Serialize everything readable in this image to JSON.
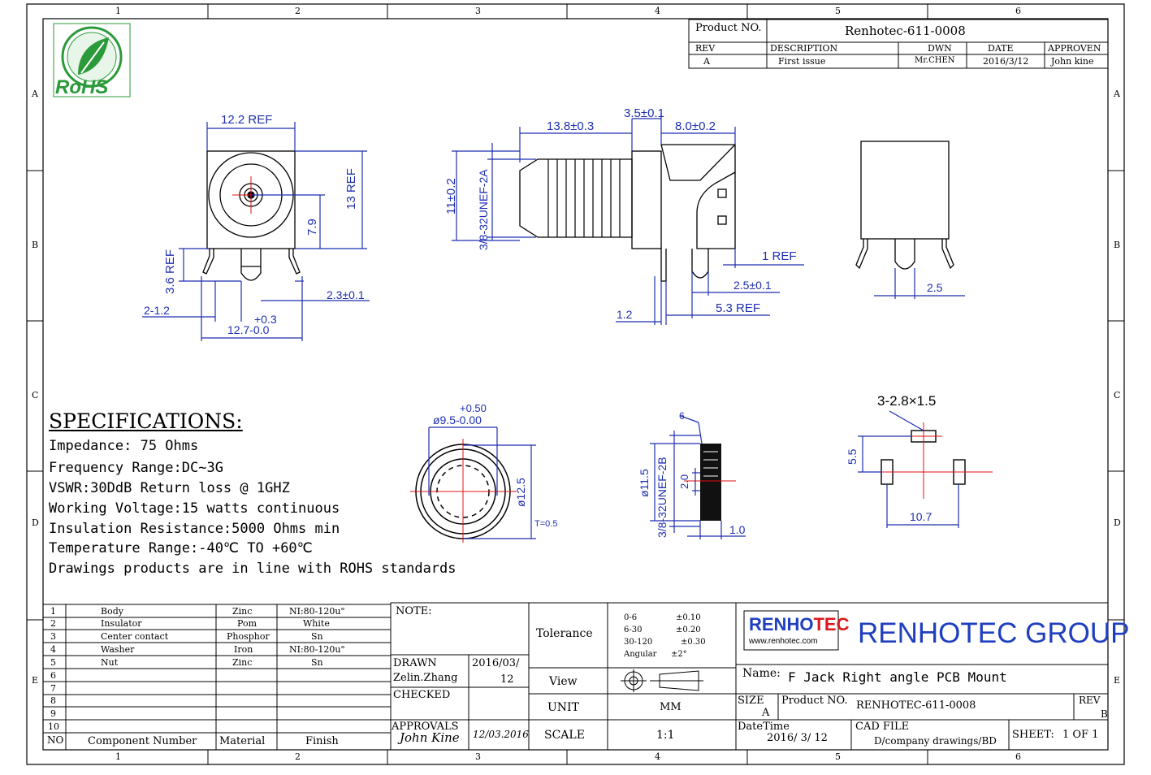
{
  "grid": {
    "columns": [
      "1",
      "2",
      "3",
      "4",
      "5",
      "6"
    ],
    "rows": [
      "A",
      "B",
      "C",
      "D",
      "E"
    ]
  },
  "logo": {
    "text": "RoHS"
  },
  "title_block": {
    "product_no_label": "Product NO.",
    "product_no_value": "Renhotec-611-0008",
    "rev_header": "REV",
    "description_header": "DESCRIPTION",
    "dwn_header": "DWN",
    "date_header": "DATE",
    "approven_header": "APPROVEN",
    "rev_value": "A",
    "description_value": "First issue",
    "dwn_value": "Mr.CHEN",
    "date_value": "2016/3/12",
    "approven_value": "John kine"
  },
  "dimensions": {
    "front": {
      "width_top": "12.2 REF",
      "height_right": "13 REF",
      "height_center": "7.9",
      "pin_len": "3.6 REF",
      "pin_w": "2.3±0.1",
      "offset_left": "2-1.2",
      "tol_up": "+0.3",
      "width_bottom": "12.7-0.0"
    },
    "side": {
      "len_a": "13.8±0.3",
      "len_b": "3.5±0.1",
      "len_c": "8.0±0.2",
      "dia": "11±0.2",
      "thread": "3/8-32UNEF-2A",
      "ref1": "1 REF",
      "pin_w": "2.5±0.1",
      "pin_ref": "5.3 REF",
      "pin_t": "1.2"
    },
    "rear": {
      "pin_w": "2.5"
    },
    "washer": {
      "tol": "+0.50",
      "id": "ø9.5-0.00",
      "od": "ø12.5",
      "t": "T=0.5"
    },
    "nut": {
      "hex": "6",
      "dia": "ø11.5",
      "thread": "3/8-32UNEF-2B",
      "h": "2.0",
      "t": "1.0"
    },
    "footprint": {
      "holes": "3-2.8×1.5",
      "h": "5.5",
      "w": "10.7"
    }
  },
  "specifications": {
    "heading": "SPECIFICATIONS:",
    "lines": [
      "Impedance: 75 Ohms",
      "Frequency Range:DC~3G",
      "VSWR:30DdB Return loss @ 1GHZ",
      "Working Voltage:15 watts continuous",
      "Insulation Resistance:5000 Ohms min",
      "Temperature Range:-40℃ TO +60℃",
      "Drawings products are in line with ROHS standards"
    ]
  },
  "bom": {
    "header": {
      "no": "NO",
      "component": "Component Number",
      "material": "Material",
      "finish": "Finish"
    },
    "rows": [
      {
        "no": "1",
        "component": "Body",
        "material": "Zinc",
        "finish": "NI:80-120u\""
      },
      {
        "no": "2",
        "component": "Insulator",
        "material": "Pom",
        "finish": "White"
      },
      {
        "no": "3",
        "component": "Center contact",
        "material": "Phosphor",
        "finish": "Sn"
      },
      {
        "no": "4",
        "component": "Washer",
        "material": "Iron",
        "finish": "NI:80-120u\""
      },
      {
        "no": "5",
        "component": "Nut",
        "material": "Zinc",
        "finish": "Sn"
      },
      {
        "no": "6",
        "component": "",
        "material": "",
        "finish": ""
      },
      {
        "no": "7",
        "component": "",
        "material": "",
        "finish": ""
      },
      {
        "no": "8",
        "component": "",
        "material": "",
        "finish": ""
      },
      {
        "no": "9",
        "component": "",
        "material": "",
        "finish": ""
      },
      {
        "no": "10",
        "component": "",
        "material": "",
        "finish": ""
      }
    ]
  },
  "bottom_block": {
    "note_label": "NOTE:",
    "drawn_label": "DRAWN",
    "drawn_name": "Zelin.Zhang",
    "drawn_date_a": "2016/03/",
    "drawn_date_b": "12",
    "checked_label": "CHECKED",
    "approvals_label": "APPROVALS",
    "approvals_sign": "John Kine",
    "approvals_date": "12/03.2016",
    "tolerance_label": "Tolerance",
    "tolerance_rows": [
      {
        "range": "0-6",
        "tol": "±0.10"
      },
      {
        "range": "6-30",
        "tol": "±0.20"
      },
      {
        "range": "30-120",
        "tol": "±0.30"
      },
      {
        "range": "Angular",
        "tol": "±2°"
      }
    ],
    "view_label": "View",
    "unit_label": "UNIT",
    "unit_value": "MM",
    "scale_label": "SCALE",
    "scale_value": "1:1",
    "brand_logo": "RENHOTEC",
    "brand_url": "www.renhotec.com",
    "company": "RENHOTEC  GROUP",
    "name_label": "Name:",
    "name_value": "F Jack Right angle PCB Mount",
    "size_label": "SIZE",
    "size_value": "A",
    "product_no_label": "Product NO.",
    "product_no_value": "RENHOTEC-611-0008",
    "rev_label": "REV",
    "rev_value": "B",
    "datetime_label": "DateTime",
    "datetime_value": "2016/ 3/ 12",
    "cad_label": "CAD FILE",
    "cad_value": "D/company drawings/BD",
    "sheet_label": "SHEET:",
    "sheet_value": "1 OF 1"
  },
  "colors": {
    "dimension": "#1f2fb0",
    "centerline": "#e01010",
    "rohs": "#2b9a3a",
    "brand_red": "#d7191c",
    "brand_blue": "#1f3fbf"
  }
}
